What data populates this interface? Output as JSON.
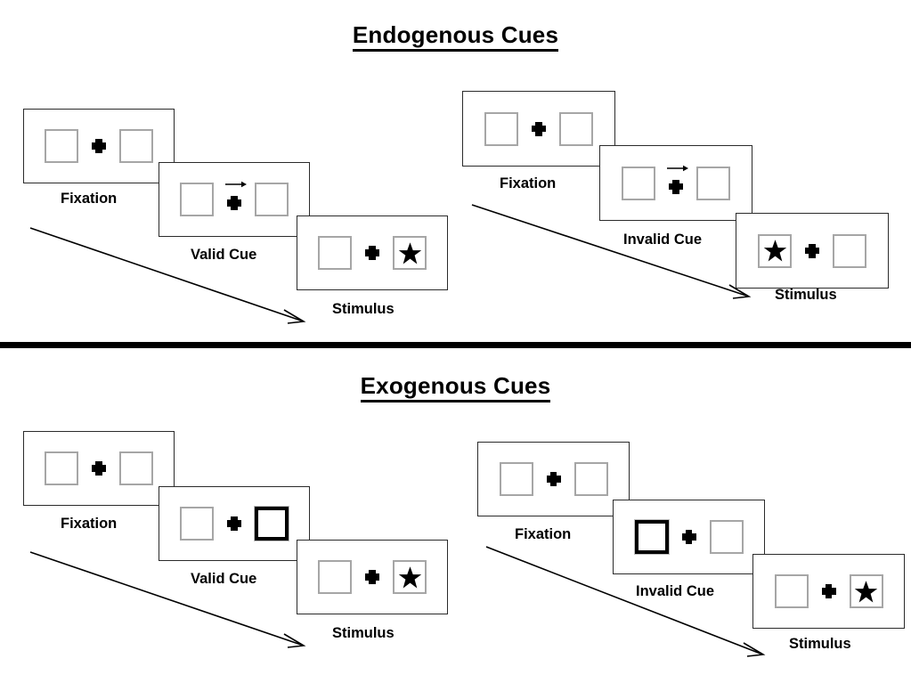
{
  "figure": {
    "title_top": "Endogenous Cues",
    "title_bottom": "Exogenous Cues"
  },
  "icons": {
    "fixation_cross": "plus-cross-icon",
    "target_star": "black-star-icon",
    "arrow_cue": "right-arrow-cue-icon",
    "highlight_box": "thick-border-box-icon",
    "placeholder_box": "empty-placeholder-box-icon",
    "timeline_arrow": "diagonal-timeline-arrow-icon",
    "divider": "section-divider-rule"
  },
  "colors": {
    "ink": "#000000",
    "panel_border": "#2b2b2b",
    "placeholder_border": "#a6a6a6",
    "cue_border": "#000000",
    "background": "#ffffff"
  },
  "sections": [
    {
      "id": "endogenous",
      "title": "Endogenous Cues",
      "conditions": [
        {
          "id": "endogenous-valid",
          "cue_type": "arrow",
          "stages": [
            {
              "caption": "Fixation",
              "left_box": "empty",
              "right_box": "empty",
              "center": "cross"
            },
            {
              "caption": "Valid Cue",
              "left_box": "empty",
              "right_box": "empty",
              "center": "cross-with-right-arrow"
            },
            {
              "caption": "Stimulus",
              "left_box": "empty",
              "right_box": "star",
              "center": "cross"
            }
          ]
        },
        {
          "id": "endogenous-invalid",
          "cue_type": "arrow",
          "stages": [
            {
              "caption": "Fixation",
              "left_box": "empty",
              "right_box": "empty",
              "center": "cross"
            },
            {
              "caption": "Invalid Cue",
              "left_box": "empty",
              "right_box": "empty",
              "center": "cross-with-right-arrow"
            },
            {
              "caption": "Stimulus",
              "left_box": "star",
              "right_box": "empty",
              "center": "cross"
            }
          ]
        }
      ]
    },
    {
      "id": "exogenous",
      "title": "Exogenous Cues",
      "conditions": [
        {
          "id": "exogenous-valid",
          "cue_type": "box-flash",
          "stages": [
            {
              "caption": "Fixation",
              "left_box": "empty",
              "right_box": "empty",
              "center": "cross"
            },
            {
              "caption": "Valid Cue",
              "left_box": "empty",
              "right_box": "cued",
              "center": "cross"
            },
            {
              "caption": "Stimulus",
              "left_box": "empty",
              "right_box": "star",
              "center": "cross"
            }
          ]
        },
        {
          "id": "exogenous-invalid",
          "cue_type": "box-flash",
          "stages": [
            {
              "caption": "Fixation",
              "left_box": "empty",
              "right_box": "empty",
              "center": "cross"
            },
            {
              "caption": "Invalid Cue",
              "left_box": "cued",
              "right_box": "empty",
              "center": "cross"
            },
            {
              "caption": "Stimulus",
              "left_box": "empty",
              "right_box": "star",
              "center": "cross"
            }
          ]
        }
      ]
    }
  ]
}
